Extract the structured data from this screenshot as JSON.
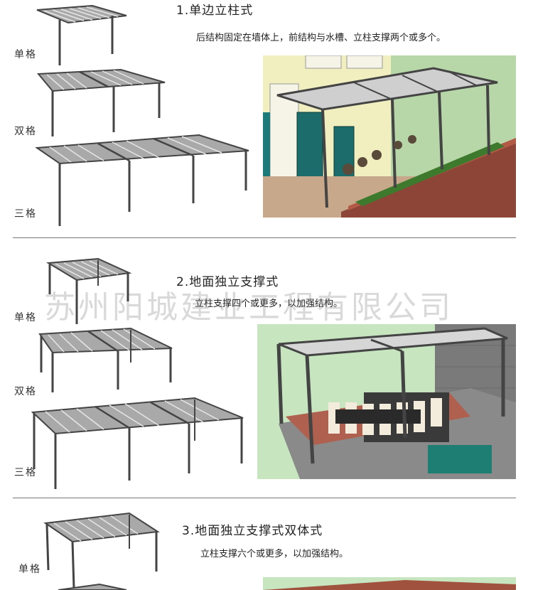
{
  "watermark": "苏州阳城建业工程有限公司",
  "sections": [
    {
      "title": "1.单边立柱式",
      "description": "后结构固定在墙体上，前结构与水槽、立柱支撑两个或多个。",
      "labels": [
        "单格",
        "双格",
        "三格"
      ]
    },
    {
      "title": "2.地面独立支撑式",
      "description": "立柱支撑四个或更多，以加强结构。",
      "labels": [
        "单格",
        "双格",
        "三格"
      ]
    },
    {
      "title": "3.地面独立支撑式双体式",
      "description": "立柱支撑六个或更多，以加强结构。",
      "labels": [
        "单格"
      ]
    }
  ],
  "colors": {
    "frame": "#4a4a4a",
    "roof": "#b9b9b9",
    "grass": "#3f7a2e",
    "brick": "#9c4b3a",
    "sky": "#c7e6c0"
  }
}
